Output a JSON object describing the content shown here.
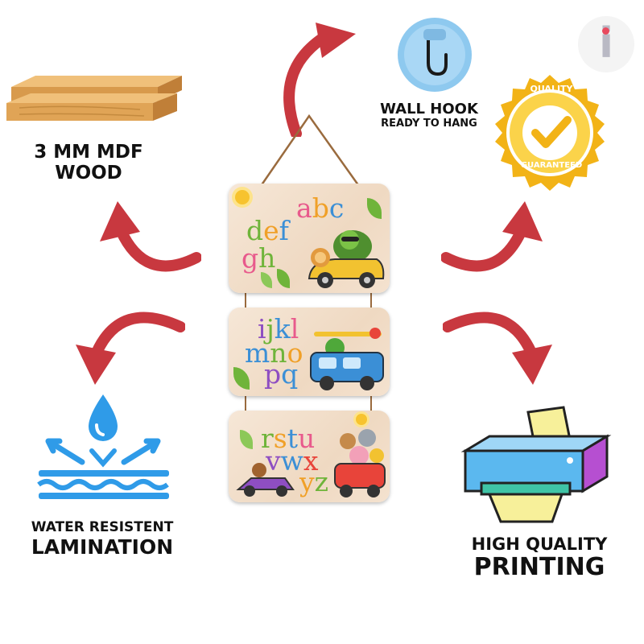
{
  "features": {
    "wood": {
      "line1": "3 MM MDF",
      "line2": "WOOD"
    },
    "hook": {
      "line1": "WALL HOOK",
      "line2": "READY TO HANG"
    },
    "water": {
      "line1": "WATER RESISTENT",
      "line2": "LAMINATION"
    },
    "print": {
      "line1": "HIGH QUALITY",
      "line2": "PRINTING"
    }
  },
  "badge": {
    "top": "QUALITY",
    "bottom": "GUARANTEED"
  },
  "logo": {
    "letter": "i"
  },
  "panels": {
    "p1": {
      "row1": "abc",
      "row2": "def",
      "row3": "gh"
    },
    "p2": {
      "row1": "ijkl",
      "row2": "mno",
      "row3": "pq"
    },
    "p3": {
      "row1": "rstu",
      "row2": "vwx",
      "row3": "yz"
    }
  },
  "colors": {
    "arrow": "#c8383f",
    "accent_blue": "#2f9be8",
    "gold": "#f2b317"
  },
  "icons": [
    "wood-planks-icon",
    "wall-hook-icon",
    "quality-badge-icon",
    "water-drop-icon",
    "printer-icon",
    "arrow-icon"
  ]
}
